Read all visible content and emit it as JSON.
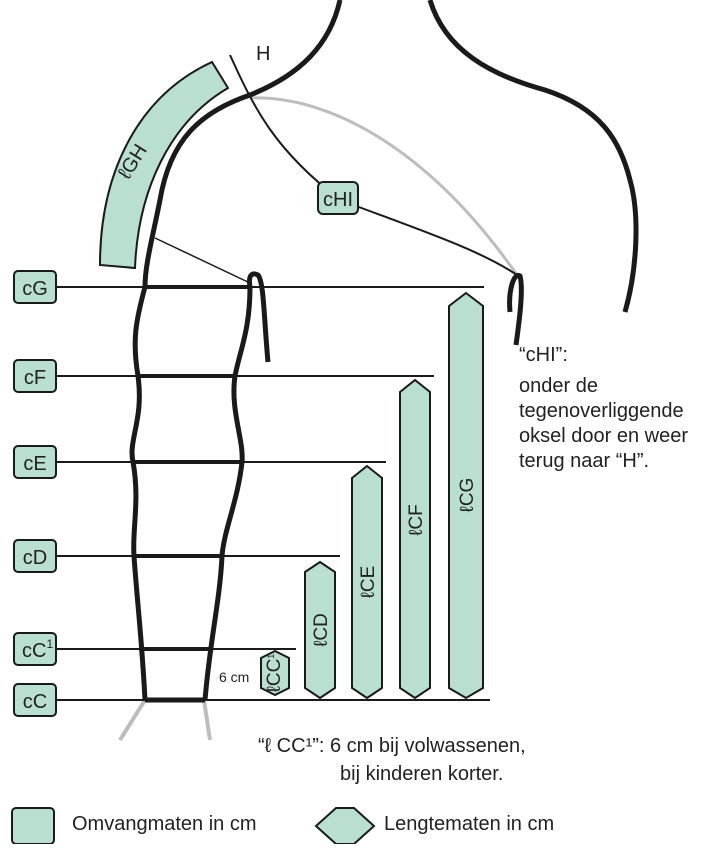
{
  "colors": {
    "fill": "#b9dfd1",
    "stroke": "#1a1a1a",
    "grey_line": "#bdbdbd",
    "background": "#ffffff"
  },
  "labels": {
    "point_H": "H",
    "circ_GH": "ℓGH",
    "circ_HI": "cHI",
    "cG": "cG",
    "cF": "cF",
    "cE": "cE",
    "cD": "cD",
    "cC1_base": "cC",
    "cC1_sup": "1",
    "cC": "cC",
    "len_CC1": "ℓCC",
    "len_CC1_sup": "1",
    "len_CD": "ℓCD",
    "len_CE": "ℓCE",
    "len_CF": "ℓCF",
    "len_CG": "ℓCG",
    "six_cm": "6 cm"
  },
  "notes": {
    "chi_lines": [
      "“cHI”:",
      "onder de",
      "tegenoverliggende",
      "oksel door en weer",
      "terug naar “H”."
    ],
    "lcc_line1": "“ℓ CC¹”: 6 cm bij volwassenen,",
    "lcc_line2": "bij kinderen korter."
  },
  "legend": {
    "circumference": "Omvangmaten in cm",
    "length": "Lengtematen in cm"
  }
}
